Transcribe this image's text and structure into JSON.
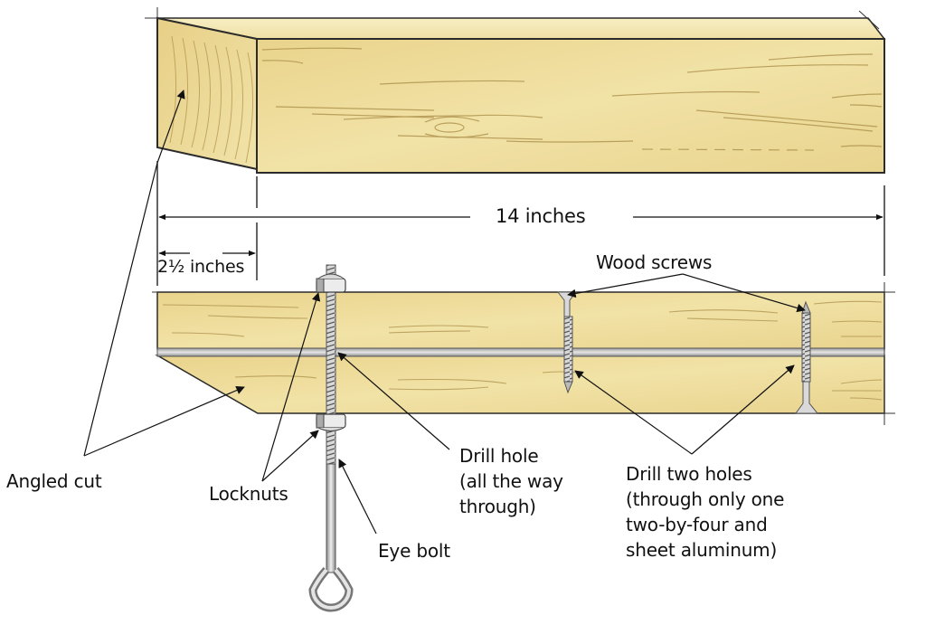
{
  "diagram": {
    "colors": {
      "wood_light": "#f3e6ad",
      "wood_mid": "#ecd996",
      "wood_dark": "#e2c97d",
      "outline": "#2b2b2b",
      "aluminum": "#c9c9c9",
      "steel": "#bdbdbd",
      "text": "#111111"
    },
    "dimensions": {
      "length": "14 inches",
      "offset": "2½ inches"
    },
    "labels": {
      "wood_screws": "Wood screws",
      "angled_cut": "Angled cut",
      "locknuts": "Locknuts",
      "drill_hole": "Drill hole\n(all the way\nthrough)",
      "eye_bolt": "Eye bolt",
      "drill_two_holes": "Drill two holes\n(through only one\ntwo-by-four and\nsheet aluminum)"
    }
  }
}
